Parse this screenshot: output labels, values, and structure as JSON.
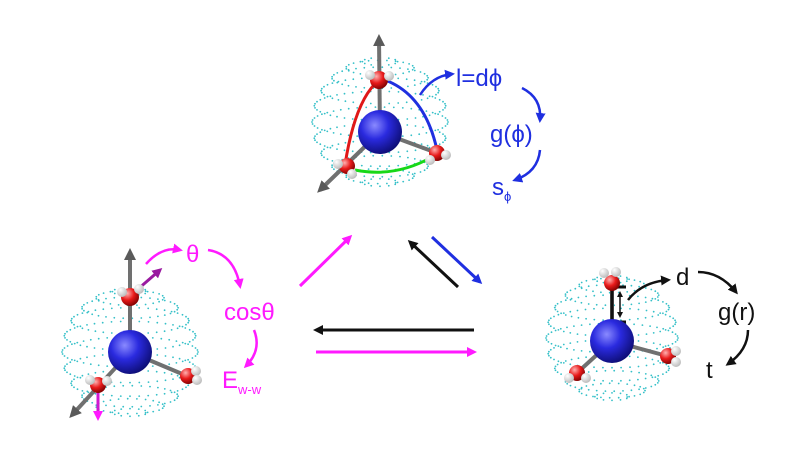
{
  "colors": {
    "blue": "#1f2fe0",
    "magenta": "#ff1aff",
    "black": "#111111",
    "red": "#e01818",
    "green": "#18d818",
    "sphere_dots": "#35c0c8",
    "core": "#2a2adf",
    "axis": "#6a6a6a"
  },
  "top_panel": {
    "label_l": "l=dϕ",
    "label_g": "g(ϕ)",
    "label_s_main": "s",
    "label_s_sub": "ϕ"
  },
  "left_panel": {
    "label_theta": "θ",
    "label_cos": "cosθ",
    "label_e_main": "E",
    "label_e_sub": "w-w"
  },
  "right_panel": {
    "label_d": "d",
    "label_g": "g(r)",
    "label_t": "t"
  },
  "icons": {
    "sphere": "dotted-sphere-icon",
    "molecule": "water-molecule-icon",
    "core": "central-ion-icon"
  }
}
